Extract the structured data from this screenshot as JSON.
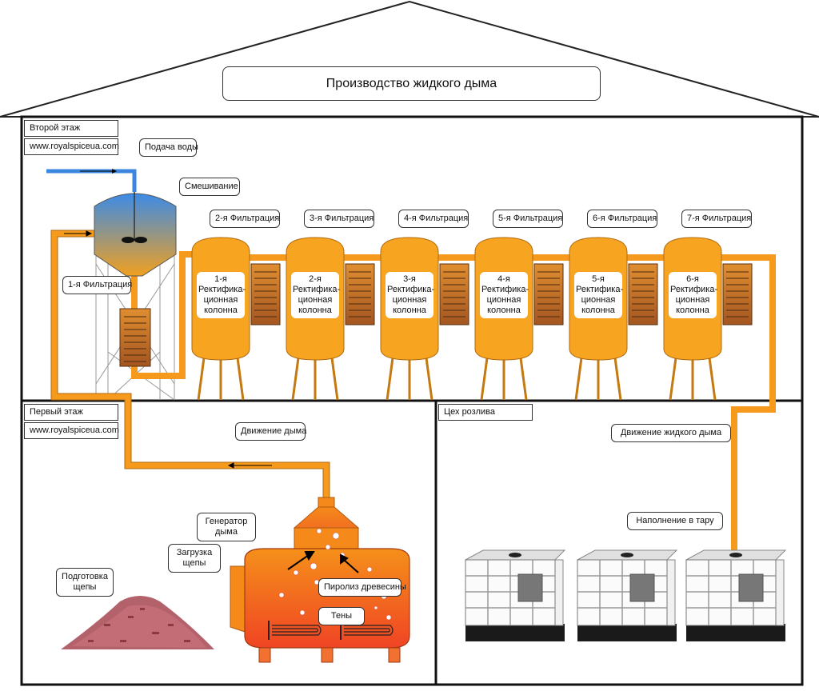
{
  "title": "Производство жидкого дыма",
  "floors": {
    "second": {
      "label": "Второй этаж",
      "site": "www.royalspiceua.com"
    },
    "first": {
      "label": "Первый этаж",
      "site": "www.royalspiceua.com"
    },
    "bottling": {
      "label": "Цех розлива"
    }
  },
  "callouts": {
    "water_supply": "Подача воды",
    "mixing": "Смешивание",
    "filter_1": "1-я Фильтрация",
    "smoke_movement": "Движение дыма",
    "liquid_smoke_movement": "Движение жидкого дыма",
    "filling": "Наполнение в тару",
    "generator": "Генератор дыма",
    "chip_loading": "Загрузка щепы",
    "chip_prep": "Подготовка щепы",
    "pyrolysis": "Пиролиз древесины",
    "heaters": "Тены"
  },
  "filtrations": [
    "2-я Фильтрация",
    "3-я Фильтрация",
    "4-я Фильтрация",
    "5-я Фильтрация",
    "6-я Фильтрация",
    "7-я Фильтрация"
  ],
  "columns": [
    [
      "1-я",
      "Ректифика-",
      "ционная",
      "колонна"
    ],
    [
      "2-я",
      "Ректифика-",
      "ционная",
      "колонна"
    ],
    [
      "3-я",
      "Ректифика-",
      "ционная",
      "колонна"
    ],
    [
      "4-я",
      "Ректифика-",
      "ционная",
      "колонна"
    ],
    [
      "5-я",
      "Ректифика-",
      "ционная",
      "колонна"
    ],
    [
      "6-я",
      "Ректифика-",
      "ционная",
      "колонна"
    ]
  ],
  "colors": {
    "pipe": "#f59a1c",
    "tank_orange": "#f7a421",
    "filter_brown": "#b8662a",
    "water": "#3a86e0",
    "generator_top": "#f58a1a",
    "generator_bottom": "#f04a26"
  }
}
